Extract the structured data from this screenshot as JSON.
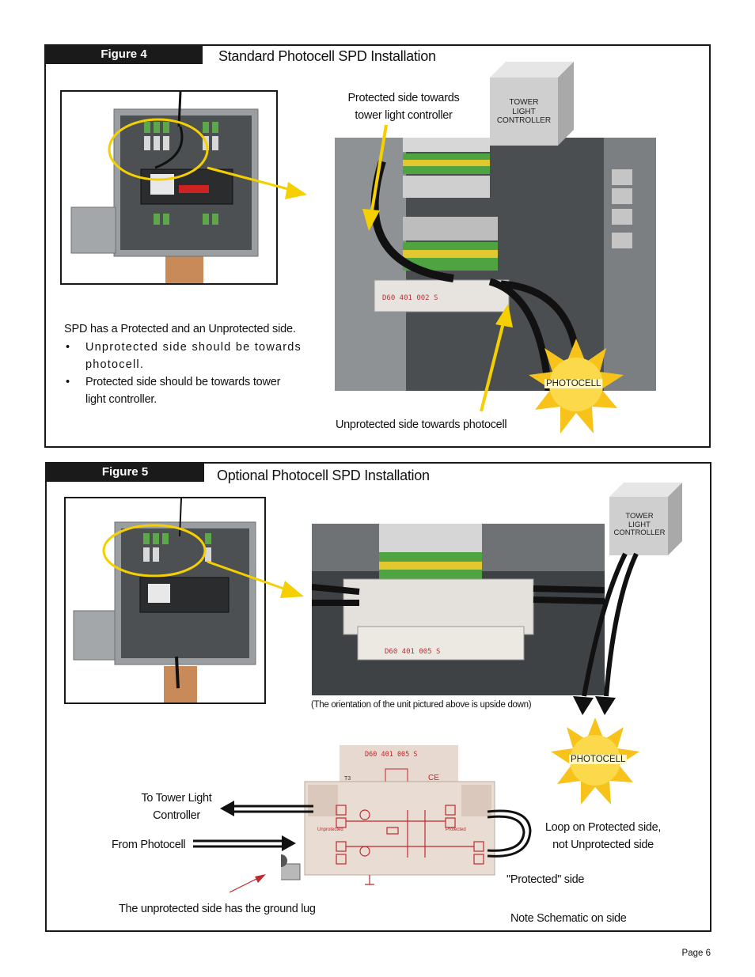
{
  "page": {
    "number_label": "Page 6"
  },
  "figure4": {
    "tab": "Figure 4",
    "title": "Standard Photocell SPD Installation",
    "callout_protected": [
      "Protected side towards",
      "tower light controller"
    ],
    "callout_unprotected": "Unprotected side towards photocell",
    "tower_label": [
      "TOWER",
      "LIGHT",
      "CONTROLLER"
    ],
    "photocell_label": "PHOTOCELL",
    "body_heading": "SPD has a Protected and an Unprotected side.",
    "bullets": [
      "Unprotected side should be towards photocell.",
      "Protected side should be towards tower light controller."
    ]
  },
  "figure5": {
    "tab": "Figure 5",
    "title": "Optional Photocell SPD Installation",
    "tower_label": [
      "TOWER",
      "LIGHT",
      "CONTROLLER"
    ],
    "photocell_label": "PHOTOCELL",
    "orientation_note": "(The orientation of the unit pictured above is upside down)",
    "label_to_tower": [
      "To Tower Light",
      "Controller"
    ],
    "label_from_photocell": "From Photocell",
    "label_loop": [
      "Loop on Protected side,",
      "not Unprotected side"
    ],
    "label_protected": "\"Protected\" side",
    "label_ground": "The unprotected side has the ground lug",
    "label_schematic": "Note Schematic on side",
    "device_part": "D60 401 005 S",
    "device_unprotected": "Unprotected",
    "device_protected": "Protected"
  },
  "colors": {
    "dark": "#1a1a1a",
    "yellow": "#f5d000",
    "arrow_red": "#c0282d",
    "sun": "#f7c21a"
  }
}
